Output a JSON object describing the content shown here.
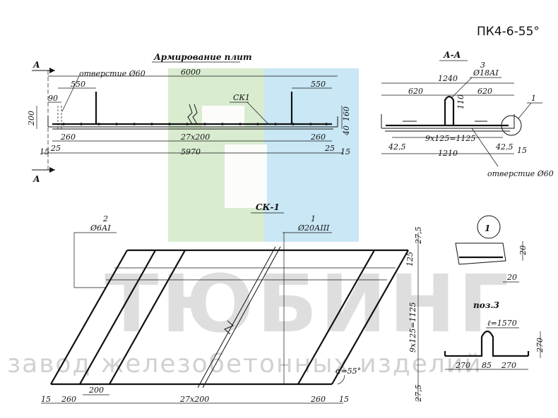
{
  "code": "ПК4-6-55°",
  "plan": {
    "title": "Армирование плит",
    "section_mark": "А",
    "hole_label": "отверстие Ø60",
    "cage_label": "СК1",
    "dims": {
      "length": "6000",
      "offset_left": "550",
      "offset_right": "550",
      "d90": "90",
      "height": "200",
      "d160": "160",
      "d40": "40",
      "d260_left": "260",
      "spacing": "27х200",
      "d260_right": "260",
      "d25_left": "25",
      "d25_right": "25",
      "d15_left": "15",
      "d15_right": "15",
      "total": "5970"
    }
  },
  "section": {
    "title": "А-А",
    "pos3": "3",
    "rebar3": "Ø18АI",
    "width_top": "1240",
    "d620_left": "620",
    "d620_right": "620",
    "d110": "110",
    "spacing": "9х125=1125",
    "d42_left": "42,5",
    "d42_right": "42,5",
    "total": "1210",
    "d15": "15",
    "callout": "1",
    "hole_label": "отверстие Ø60"
  },
  "cage": {
    "title": "СК-1",
    "pos2": "2",
    "rebar2": "Ø6АI",
    "pos1": "1",
    "rebar1": "Ø20АIII",
    "d275_top": "27,5",
    "d125": "125",
    "spacing_v": "9х125=1125",
    "d275_bottom": "27,5",
    "d200": "200",
    "d15": "15",
    "d260_left": "260",
    "spacing_h": "27х200",
    "d260_right": "260",
    "d15_right": "15",
    "angle": "α=55°"
  },
  "detail1": {
    "label": "1",
    "d20_a": "20",
    "d20_b": "20"
  },
  "pos3": {
    "title": "поз.3",
    "length": "ℓ=1570",
    "d270_h": "270",
    "d270_left": "270",
    "d85": "85",
    "d270_right": "270"
  },
  "watermark": {
    "brand": "ТЮБИНГ",
    "subtitle": "завод железобетонных изделий",
    "colors": {
      "green": "#cfe7c4",
      "blue": "#bfe3f3"
    }
  }
}
